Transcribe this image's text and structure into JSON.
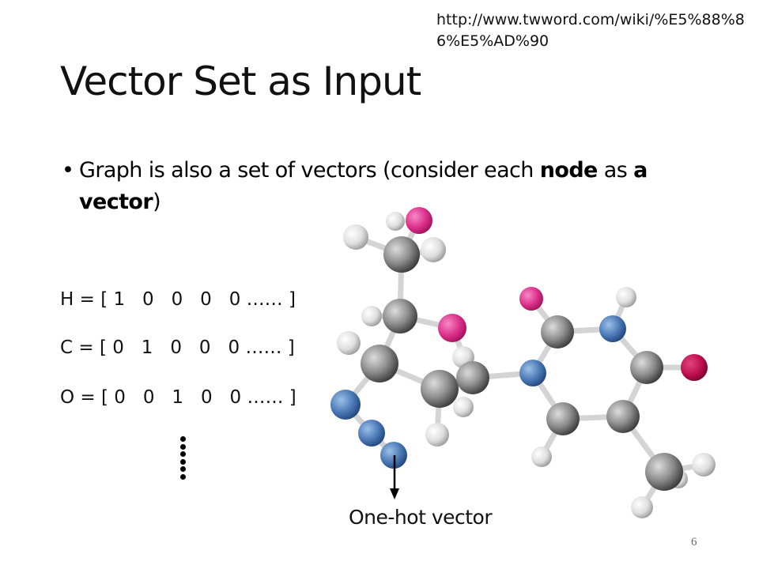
{
  "slide": {
    "source_link": "http://www.twword.com/wiki/%E5%88%86%E5%AD%90",
    "title": "Vector Set as Input",
    "bullet": {
      "part1": "Graph is also a set of vectors (consider each ",
      "bold1": "node",
      "part2": " as ",
      "bold2": "a vector",
      "part3": ")"
    },
    "vectors": [
      {
        "label": "H = [ 1   0   0   0   0 …… ]"
      },
      {
        "label": "C = [ 0   1   0   0   0 …… ]"
      },
      {
        "label": "O = [ 0   0   1   0   0 …… ]"
      }
    ],
    "ellipsis_dots": 6,
    "arrow_label": "One-hot vector",
    "page_number": "6"
  },
  "colors": {
    "carbon": "#8a8a8a",
    "hydrogen": "#e6e6e6",
    "oxygen_pink": "#e0338f",
    "oxygen_red": "#c0104e",
    "nitrogen": "#4a78b5",
    "bond": "#d8d8d8"
  }
}
